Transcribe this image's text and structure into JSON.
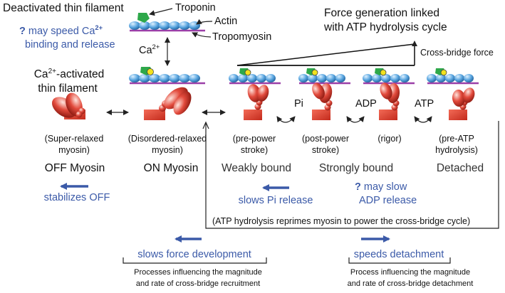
{
  "top": {
    "deactivated_title": "Deactivated thin filament",
    "troponin": "Troponin",
    "actin": "Actin",
    "tropomyosin": "Tropomyosin",
    "ca_base": "Ca",
    "ca_sup": "2+",
    "q_mark": "?",
    "speed_ca_line1_pre": "may speed Ca",
    "speed_ca_line1_sup": "2+",
    "speed_ca_line2": "binding and release"
  },
  "force": {
    "title_line1": "Force generation linked",
    "title_line2": "with ATP hydrolysis cycle",
    "crossbridge_force": "Cross-bridge force"
  },
  "activated": {
    "label_line1_pre": "Ca",
    "label_line1_sup": "2+",
    "label_line1_post": "-activated",
    "label_line2": "thin filament"
  },
  "transitions": {
    "pi": "Pi",
    "adp": "ADP",
    "atp": "ATP"
  },
  "states": [
    {
      "line1": "(Super-relaxed",
      "line2": "myosin)"
    },
    {
      "line1": "(Disordered-relaxed",
      "line2": "myosin)"
    },
    {
      "line1": "(pre-power",
      "line2": "stroke)"
    },
    {
      "line1": "(post-power",
      "line2": "stroke)"
    },
    {
      "line1": "(rigor)",
      "line2": ""
    },
    {
      "line1": "(pre-ATP",
      "line2": "hydrolysis)"
    }
  ],
  "groups": {
    "off": "OFF Myosin",
    "on": "ON Myosin",
    "weak": "Weakly bound",
    "strong": "Strongly bound",
    "detached": "Detached"
  },
  "effects": {
    "stabilizes_off": "stabilizes OFF",
    "slows_pi": "slows Pi release",
    "q_mark": "?",
    "may_slow_line1": "may slow",
    "may_slow_line2": "ADP release",
    "reprime": "(ATP hydrolysis reprimes myosin to power the cross-bridge cycle)",
    "slows_force": "slows force development",
    "speeds_detach": "speeds detachment"
  },
  "processes": {
    "recruit_line1": "Processes influencing the magnitude",
    "recruit_line2": "and rate of cross-bridge recruitment",
    "detach_line1": "Process influencing the magnitude",
    "detach_line2": "and rate of cross-bridge detachment"
  },
  "colors": {
    "blue_text": "#3b5aa8",
    "actin": "#5aa6e0",
    "tropomyosin": "#9b3fa8",
    "troponin": "#2ea84a",
    "ca_ion": "#f2e21e",
    "myosin": "#e24a3c"
  }
}
